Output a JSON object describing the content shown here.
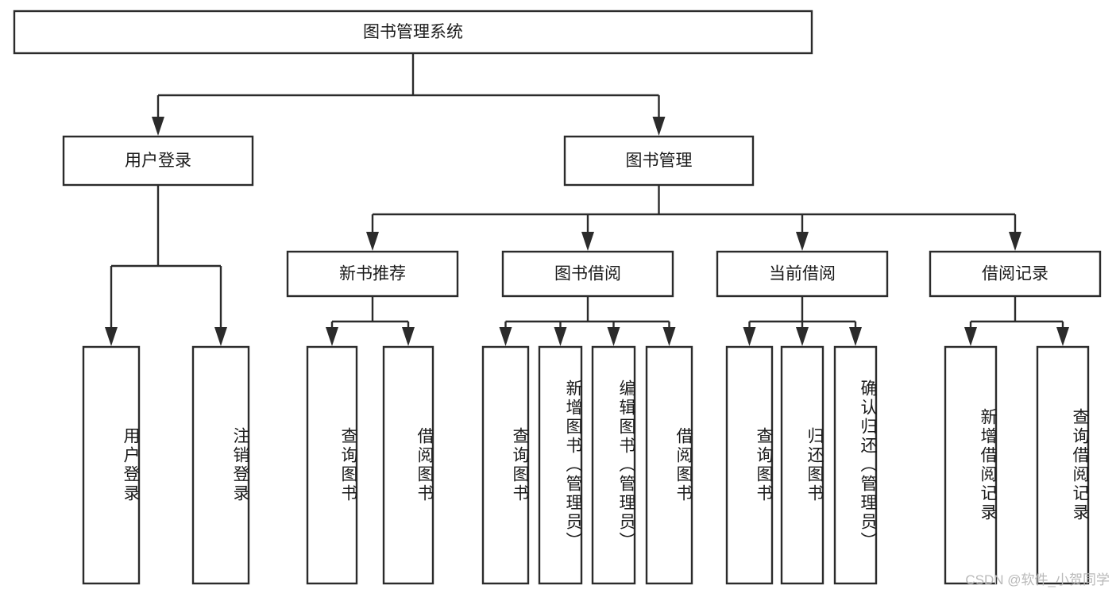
{
  "diagram": {
    "type": "tree",
    "title": "图书管理系统",
    "orientation": "top-down",
    "colors": {
      "background": "#ffffff",
      "box_fill": "#ffffff",
      "stroke": "#2b2b2b",
      "text": "#1a1a1a",
      "watermark": "#b9b9b9"
    },
    "nodes": {
      "root": {
        "label": "图书管理系统",
        "level": 0,
        "orientation": "horizontal"
      },
      "n_user_login": {
        "label": "用户登录",
        "level": 1,
        "orientation": "horizontal"
      },
      "n_book_mgmt": {
        "label": "图书管理",
        "level": 1,
        "orientation": "horizontal"
      },
      "n_new_book_rec": {
        "label": "新书推荐",
        "level": 2,
        "orientation": "horizontal"
      },
      "n_book_borrow": {
        "label": "图书借阅",
        "level": 2,
        "orientation": "horizontal"
      },
      "n_current_borrow": {
        "label": "当前借阅",
        "level": 2,
        "orientation": "horizontal"
      },
      "n_borrow_record": {
        "label": "借阅记录",
        "level": 2,
        "orientation": "horizontal"
      },
      "l_user_login": {
        "label": "用户登录",
        "level": 3,
        "orientation": "vertical"
      },
      "l_logout": {
        "label": "注销登录",
        "level": 3,
        "orientation": "vertical"
      },
      "l_query_book_1": {
        "label": "查询图书",
        "level": 3,
        "orientation": "vertical"
      },
      "l_borrow_book_1": {
        "label": "借阅图书",
        "level": 3,
        "orientation": "vertical"
      },
      "l_query_book_2": {
        "label": "查询图书",
        "level": 3,
        "orientation": "vertical"
      },
      "l_add_book": {
        "label": "新增图书（管理员）",
        "level": 3,
        "orientation": "vertical"
      },
      "l_edit_book": {
        "label": "编辑图书（管理员）",
        "level": 3,
        "orientation": "vertical"
      },
      "l_borrow_book_2": {
        "label": "借阅图书",
        "level": 3,
        "orientation": "vertical"
      },
      "l_query_book_3": {
        "label": "查询图书",
        "level": 3,
        "orientation": "vertical"
      },
      "l_return_book": {
        "label": "归还图书",
        "level": 3,
        "orientation": "vertical"
      },
      "l_confirm_return": {
        "label": "确认归还（管理员）",
        "level": 3,
        "orientation": "vertical"
      },
      "l_add_record": {
        "label": "新增借阅记录",
        "level": 3,
        "orientation": "vertical"
      },
      "l_query_record": {
        "label": "查询借阅记录",
        "level": 3,
        "orientation": "vertical"
      }
    },
    "edges": [
      {
        "from": "root",
        "to": "n_user_login"
      },
      {
        "from": "root",
        "to": "n_book_mgmt"
      },
      {
        "from": "n_user_login",
        "to": "l_user_login"
      },
      {
        "from": "n_user_login",
        "to": "l_logout"
      },
      {
        "from": "n_book_mgmt",
        "to": "n_new_book_rec"
      },
      {
        "from": "n_book_mgmt",
        "to": "n_book_borrow"
      },
      {
        "from": "n_book_mgmt",
        "to": "n_current_borrow"
      },
      {
        "from": "n_book_mgmt",
        "to": "n_borrow_record"
      },
      {
        "from": "n_new_book_rec",
        "to": "l_query_book_1"
      },
      {
        "from": "n_new_book_rec",
        "to": "l_borrow_book_1"
      },
      {
        "from": "n_book_borrow",
        "to": "l_query_book_2"
      },
      {
        "from": "n_book_borrow",
        "to": "l_add_book"
      },
      {
        "from": "n_book_borrow",
        "to": "l_edit_book"
      },
      {
        "from": "n_book_borrow",
        "to": "l_borrow_book_2"
      },
      {
        "from": "n_current_borrow",
        "to": "l_query_book_3"
      },
      {
        "from": "n_current_borrow",
        "to": "l_return_book"
      },
      {
        "from": "n_current_borrow",
        "to": "l_confirm_return"
      },
      {
        "from": "n_borrow_record",
        "to": "l_add_record"
      },
      {
        "from": "n_borrow_record",
        "to": "l_query_record"
      }
    ]
  },
  "watermark": {
    "text": "CSDN @软件_小贺同学"
  }
}
